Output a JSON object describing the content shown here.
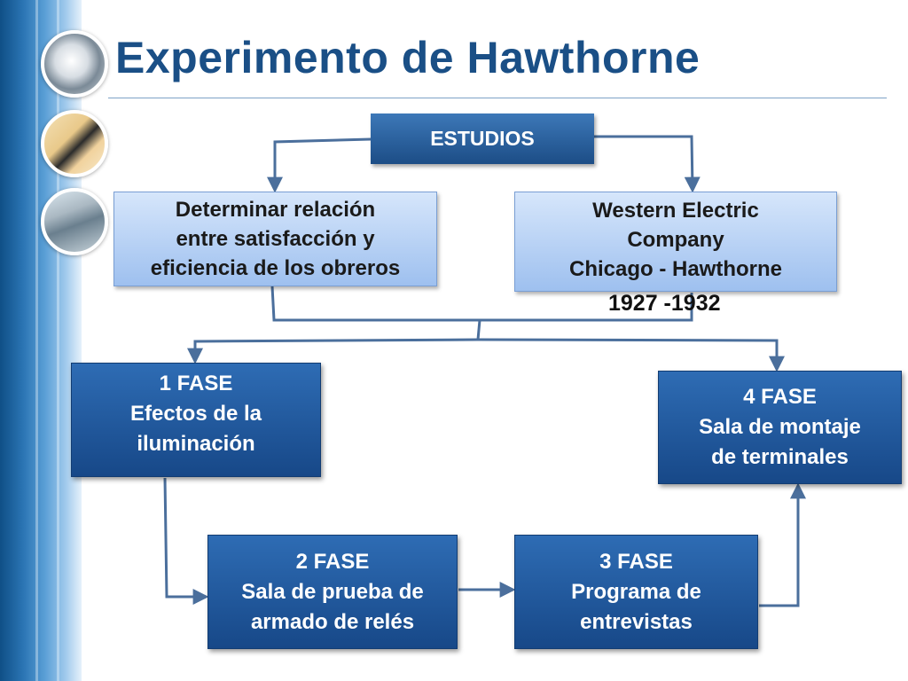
{
  "title": "Experimento de Hawthorne",
  "diagram": {
    "root": "ESTUDIOS",
    "objective": [
      "Determinar relación",
      "entre satisfacción y",
      "eficiencia de los obreros"
    ],
    "location": [
      "Western Electric",
      "Company",
      "Chicago - Hawthorne"
    ],
    "years": "1927 -1932",
    "phases": [
      {
        "title": "1 FASE",
        "lines": [
          "Efectos de la",
          "iluminación"
        ]
      },
      {
        "title": "2  FASE",
        "lines": [
          "Sala de prueba de",
          "armado de relés"
        ]
      },
      {
        "title": "3  FASE",
        "lines": [
          "Programa de",
          "entrevistas"
        ]
      },
      {
        "title": "4  FASE",
        "lines": [
          "Sala de montaje",
          "de terminales"
        ]
      }
    ]
  },
  "colors": {
    "title": "#1a4f86",
    "dark_box": "#1c4d86",
    "light_box": "#b5d0f3",
    "connector": "#4b6f9c"
  }
}
